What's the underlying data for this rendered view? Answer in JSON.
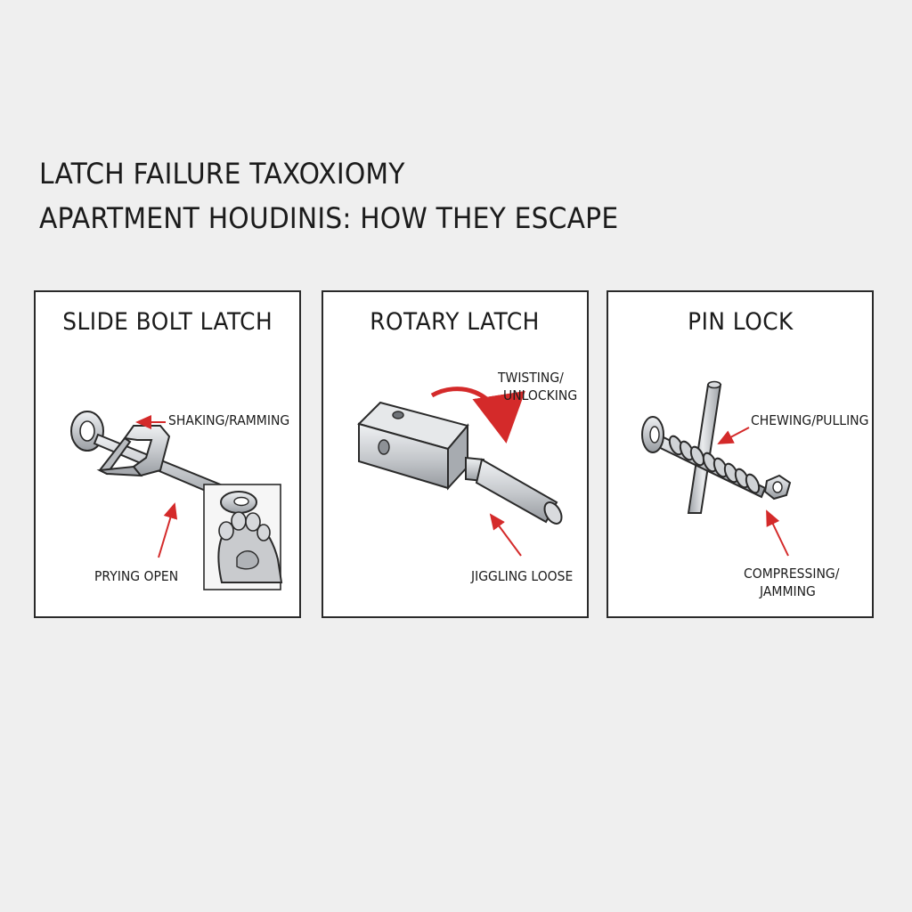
{
  "header": {
    "title_line_1": "LATCH FAILURE TAXOXIOMY",
    "title_line_2": "APARTMENT HOUDINIS: HOW THEY ESCAPE"
  },
  "panels": [
    {
      "title": "SLIDE BOLT LATCH",
      "labels": {
        "top": "SHAKING/RAMMING",
        "bottom": "PRYING OPEN"
      }
    },
    {
      "title": "ROTARY LATCH",
      "labels": {
        "top_1": "TWISTING/",
        "top_2": "UNLOCKING",
        "bottom": "JIGGLING LOOSE"
      }
    },
    {
      "title": "PIN LOCK",
      "labels": {
        "top": "CHEWING/PULLING",
        "bottom_1": "COMPRESSING/",
        "bottom_2": "JAMMING"
      }
    }
  ],
  "colors": {
    "arrow": "#d42a2a",
    "outline": "#2a2a2a",
    "metal": "#c9cbce"
  }
}
